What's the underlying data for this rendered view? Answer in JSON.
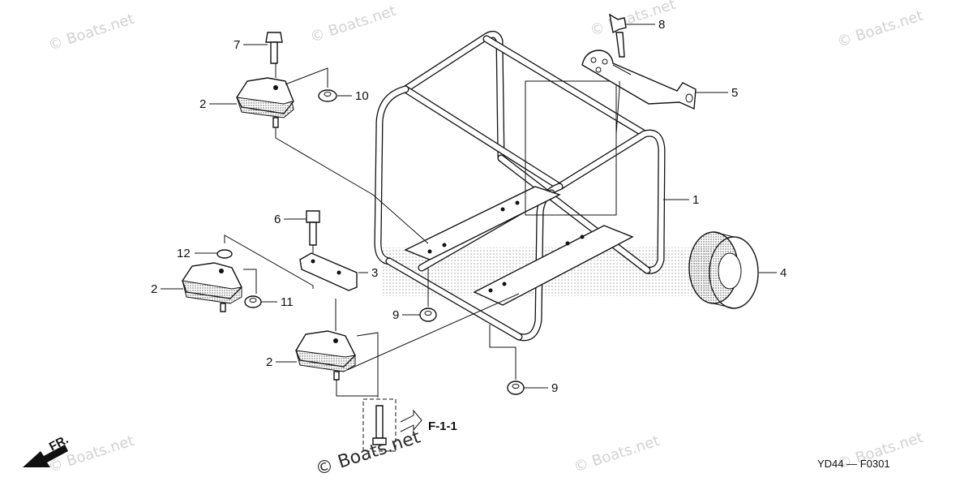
{
  "diagram": {
    "watermarks": [
      "© Boats.net",
      "© Boats.net",
      "© Boats.net",
      "© Boats.net",
      "© Boats.net",
      "© Boats.net",
      "© Boats.net"
    ],
    "callouts": {
      "frame": "1",
      "mount_top": "2",
      "mount_mid": "2",
      "mount_bottom": "2",
      "plate": "3",
      "wheel": "4",
      "stay": "5",
      "bolt_6": "6",
      "bolt_7": "7",
      "wing_bolt": "8",
      "nut_9a": "9",
      "nut_9b": "9",
      "nut_10": "10",
      "nut_11": "11",
      "washer_12": "12"
    },
    "reference": "F-1-1",
    "direction": "FR.",
    "diagram_code": "YD44 — F0301"
  }
}
